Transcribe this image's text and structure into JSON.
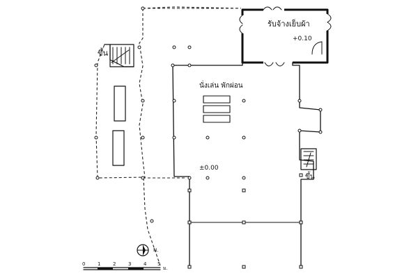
{
  "labels": {
    "sewing_room": "รับจ้างเย็บผ้า",
    "sewing_level": "+0.10",
    "play_rest": "นั่งเล่น  พักผ่อน",
    "main_level": "±0.00",
    "stair_up_left": "ขึ้น",
    "stair_up_right": "ขึ้น",
    "north": "N."
  },
  "scale": {
    "ticks": [
      "0",
      "1",
      "2",
      "3",
      "4",
      "5"
    ],
    "unit": "ม."
  }
}
